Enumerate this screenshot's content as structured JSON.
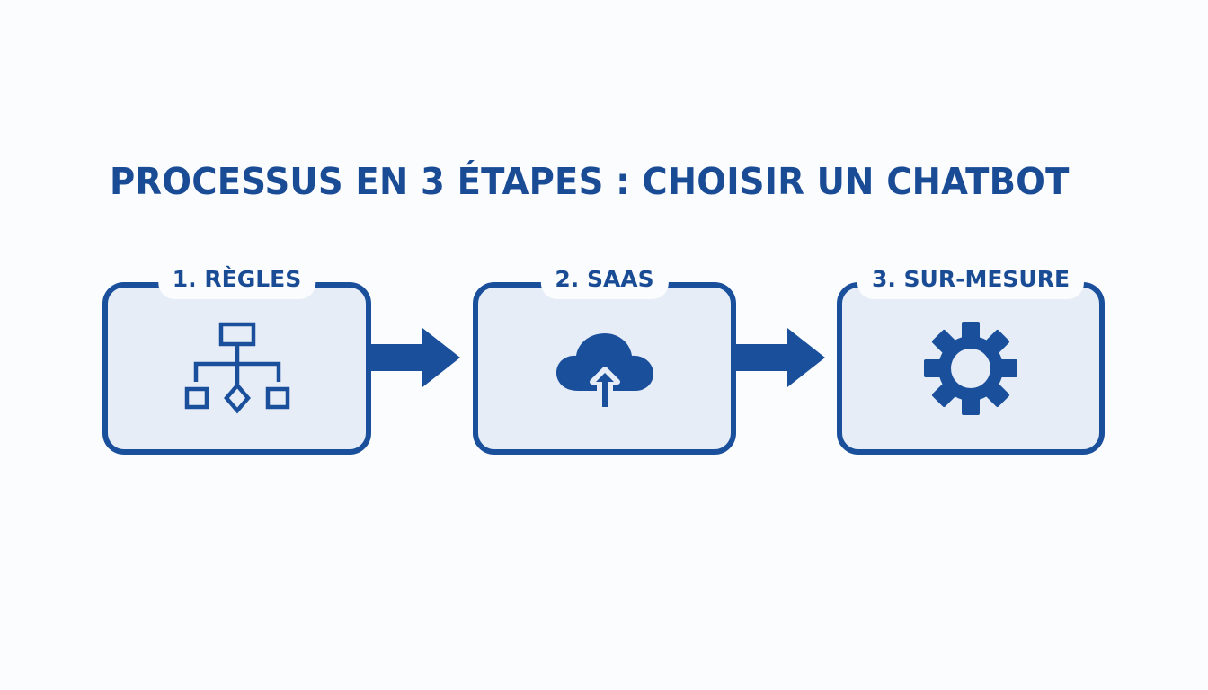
{
  "title": "PROCESSUS EN 3 ÉTAPES : CHOISIR UN CHATBOT",
  "colors": {
    "primary": "#1a4f9c",
    "box_fill": "#e6edf7",
    "background": "#fbfcfd"
  },
  "steps": [
    {
      "label": "1. RÈGLES",
      "icon": "flowchart-icon"
    },
    {
      "label": "2. SAAS",
      "icon": "cloud-upload-icon"
    },
    {
      "label": "3. SUR-MESURE",
      "icon": "gear-icon"
    }
  ],
  "connectors": [
    {
      "from": "1. RÈGLES",
      "to": "2. SAAS",
      "icon": "arrow-right-icon"
    },
    {
      "from": "2. SAAS",
      "to": "3. SUR-MESURE",
      "icon": "arrow-right-icon"
    }
  ]
}
